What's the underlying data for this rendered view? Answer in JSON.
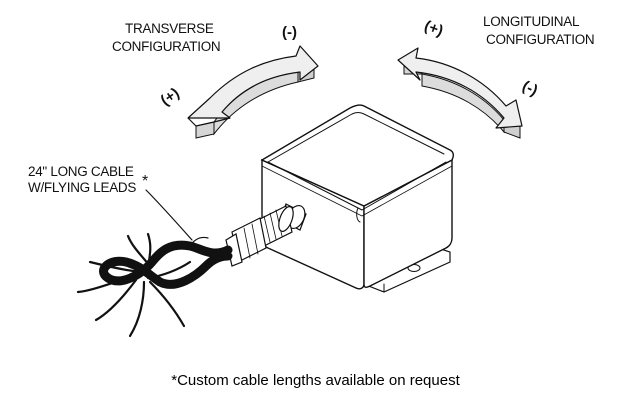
{
  "transverse": {
    "line1": "TRANSVERSE",
    "line2": "CONFIGURATION",
    "minus": "(-)",
    "plus": "(+)"
  },
  "longitudinal": {
    "line1": "LONGITUDINAL",
    "line2": "CONFIGURATION",
    "plus": "(+)",
    "minus": "(-)"
  },
  "cable": {
    "line1": "24\" LONG CABLE",
    "line2": "W/FLYING LEADS",
    "asterisk": "*"
  },
  "footnote": "*Custom cable lengths available on request",
  "colors": {
    "arrow_fill": "#ececec",
    "line": "#111111"
  }
}
